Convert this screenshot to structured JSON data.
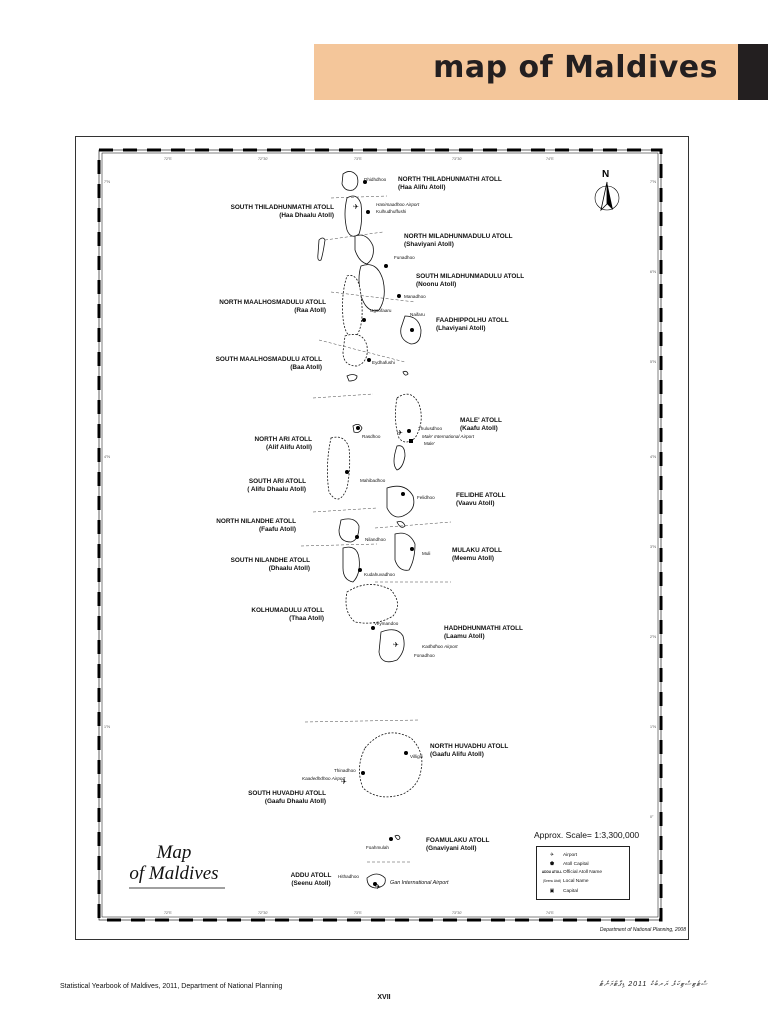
{
  "header": {
    "title": "map of Maldives"
  },
  "map": {
    "big_title": [
      "Map",
      "of Maldives"
    ],
    "compass_label": "N",
    "scale": "Approx. Scale= 1:3,300,000",
    "credit": "Department of National Planning, 2008",
    "atolls": [
      {
        "id": "north-thiladhunmathi",
        "name": "NORTH THILADHUNMATHI  ATOLL",
        "official": "(Haa Alifu Atoll)"
      },
      {
        "id": "south-thiladhunmathi",
        "name": "SOUTH THILADHUNMATHI ATOLL",
        "official": "(Haa Dhaalu Atoll)"
      },
      {
        "id": "north-miladhunmadulu",
        "name": "NORTH MILADHUNMADULU ATOLL",
        "official": "(Shaviyani Atoll)"
      },
      {
        "id": "south-miladhunmadulu",
        "name": "SOUTH MILADHUNMADULU ATOLL",
        "official": "(Noonu Atoll)"
      },
      {
        "id": "north-maalhosmadulu",
        "name": "NORTH MAALHOSMADULU ATOLL",
        "official": "(Raa Atoll)"
      },
      {
        "id": "faadhippolhu",
        "name": "FAADHIPPOLHU ATOLL",
        "official": "(Lhaviyani Atoll)"
      },
      {
        "id": "south-maalhosmadulu",
        "name": "SOUTH MAALHOSMADULU ATOLL",
        "official": "(Baa Atoll)"
      },
      {
        "id": "male",
        "name": "MALE' ATOLL",
        "official": "(Kaafu Atoll)"
      },
      {
        "id": "north-ari",
        "name": "NORTH ARI  ATOLL",
        "official": "(Alif Alifu Atoll)"
      },
      {
        "id": "south-ari",
        "name": "SOUTH ARI  ATOLL",
        "official": "( Alifu Dhaalu Atoll)"
      },
      {
        "id": "felidhe",
        "name": "FELIDHE ATOLL",
        "official": "(Vaavu Atoll)"
      },
      {
        "id": "north-nilandhe",
        "name": "NORTH NILANDHE ATOLL",
        "official": "(Faafu Atoll)"
      },
      {
        "id": "mulaku",
        "name": "MULAKU ATOLL",
        "official": "(Meemu Atoll)"
      },
      {
        "id": "south-nilandhe",
        "name": "SOUTH NILANDHE ATOLL",
        "official": "(Dhaalu Atoll)"
      },
      {
        "id": "kolhumadulu",
        "name": "KOLHUMADULU ATOLL",
        "official": "(Thaa Atoll)"
      },
      {
        "id": "hadhdhunmathi",
        "name": "HADHDHUNMATHI ATOLL",
        "official": "(Laamu Atoll)"
      },
      {
        "id": "north-huvadhu",
        "name": "NORTH HUVADHU  ATOLL",
        "official": "(Gaafu Alifu Atoll)"
      },
      {
        "id": "south-huvadhu",
        "name": "SOUTH HUVADHU ATOLL",
        "official": "(Gaafu Dhaalu Atoll)"
      },
      {
        "id": "foamulaku",
        "name": "FOAMULAKU ATOLL",
        "official": "(Gnaviyani Atoll)"
      },
      {
        "id": "addu",
        "name": "ADDU ATOLL",
        "official": "(Seenu Atoll)"
      }
    ],
    "places": {
      "dhidhdhoo": "Dhidhdhoo",
      "hanimaadhoo": "Hanimaadhoo Airport",
      "kulhudhuffushi": "Kulhudhuffushi",
      "funadhoo": "Funadhoo",
      "manadhoo": "Manadhoo",
      "ugoofaaru": "Ugoofaaru",
      "naifaru": "Naifaru",
      "eydhafushi": "Eydhafushi",
      "thulusdhoo": "Thulusdhoo",
      "male_airport": "Male' International Airport",
      "male": "Male'",
      "rasdhoo": "Rasdhoo",
      "mahibadhoo": "Mahibadhoo",
      "felidhoo": "Felidhoo",
      "nilandhoo": "Nilandhoo",
      "muli": "Muli",
      "kudahuvadhoo": "Kudahuvadhoo",
      "veymandoo": "Veymandoo",
      "kadhdhoo": "Kadhdhoo Airport",
      "fonadhoo": "Fonadhoo",
      "villigili": "Villigili",
      "thinadhoo": "Thinadhoo",
      "kaadedhdhoo": "Kaadedhdhoo Airport",
      "foamulah": "Foahmulah",
      "hithadhoo": "Hithadhoo",
      "gan": "Gan International Airport"
    },
    "legend": [
      {
        "symbol": "✈",
        "icon": "airport-icon",
        "label": "Airport"
      },
      {
        "symbol": "⬟",
        "icon": "atoll-capital-icon",
        "label": "Atoll Capital"
      },
      {
        "symbol": "ADDU ATOLL",
        "icon": "",
        "label": "Official Atoll Name"
      },
      {
        "symbol": "(Seenu Atoll)",
        "icon": "",
        "label": "Local Name"
      },
      {
        "symbol": "▣",
        "icon": "capital-icon",
        "label": "Capital"
      }
    ],
    "ticks": {
      "top": [
        "72°E",
        "72°30'",
        "73°E",
        "73°30'",
        "74°E"
      ],
      "side": [
        "7°N",
        "6°N",
        "5°N",
        "4°N",
        "3°N",
        "2°N",
        "1°N",
        "0°"
      ]
    }
  },
  "footer": {
    "left": "Statistical Yearbook of Maldives, 2011, Department of National Planning",
    "right": "ސްޓެޓިސްޓިކަލް ޔަރބުކް 2011  ޑިޕާޓްމަންޓް",
    "page": "XVII"
  }
}
